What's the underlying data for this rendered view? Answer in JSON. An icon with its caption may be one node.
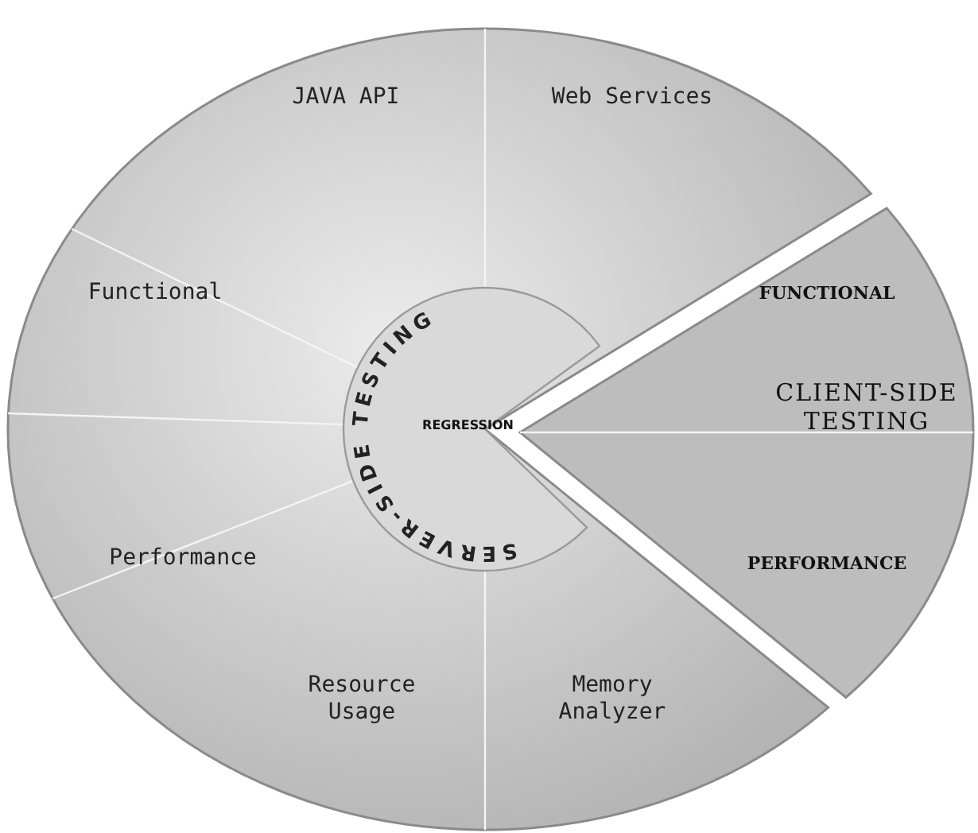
{
  "diagram": {
    "nodes": [
      {
        "text": [],
        "shape": "circle"
      },
      {
        "text": [
          "JAVA API"
        ],
        "in": 0
      },
      {
        "text": [
          "Web Services"
        ],
        "in": 0
      },
      {
        "text": [
          "Functional"
        ],
        "in": 0
      },
      {
        "text": [
          "Performance"
        ],
        "in": 0
      },
      {
        "text": [
          "Resource Usage"
        ],
        "in": 0
      },
      {
        "text": [
          "Memory Analyzer"
        ],
        "in": 0
      },
      {
        "text": [
          "SERVER-SIDE TESTING",
          "REGRESSION"
        ],
        "in": 0
      },
      {
        "text": [
          "CLIENT-SIDE TESTING"
        ]
      },
      {
        "text": [
          "FUNCTIONAL"
        ],
        "in": 8
      },
      {
        "text": [
          "PERFORMANCE"
        ],
        "in": 8
      }
    ]
  }
}
